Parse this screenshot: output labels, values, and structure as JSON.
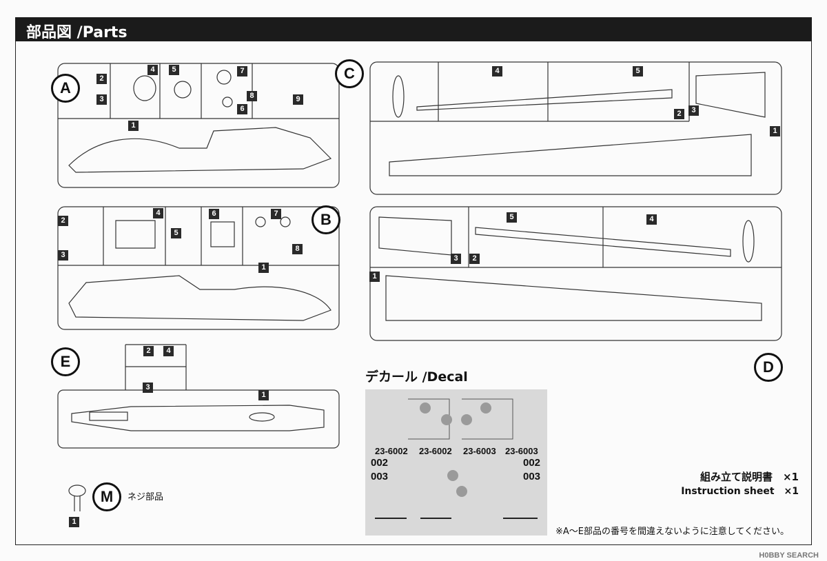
{
  "header": {
    "title": "部品図 /Parts"
  },
  "sprues": {
    "A": {
      "label": "A",
      "tags": [
        "1",
        "2",
        "3",
        "4",
        "5",
        "6",
        "7",
        "8",
        "9"
      ]
    },
    "B": {
      "label": "B",
      "tags": [
        "1",
        "2",
        "3",
        "4",
        "5",
        "6",
        "7",
        "8"
      ]
    },
    "C": {
      "label": "C",
      "tags": [
        "1",
        "2",
        "3",
        "4",
        "5"
      ]
    },
    "D": {
      "label": "D",
      "tags": [
        "1",
        "2",
        "3",
        "4",
        "5"
      ]
    },
    "E": {
      "label": "E",
      "tags": [
        "1",
        "2",
        "3",
        "4"
      ]
    },
    "M": {
      "label": "M",
      "tags": [
        "1"
      ],
      "caption": "ネジ部品"
    }
  },
  "decal": {
    "heading": "デカール /Decal",
    "codes": [
      "23-6002",
      "23-6002",
      "23-6003",
      "23-6003"
    ],
    "numbers_left": [
      "002",
      "003"
    ],
    "numbers_right": [
      "002",
      "003"
    ]
  },
  "instruction": {
    "jp": "組み立て説明書　×1",
    "en": "Instruction sheet　×1"
  },
  "note": "※A～E部品の番号を間違えないように注意してください。",
  "watermark": "H0BBY SEARCH"
}
